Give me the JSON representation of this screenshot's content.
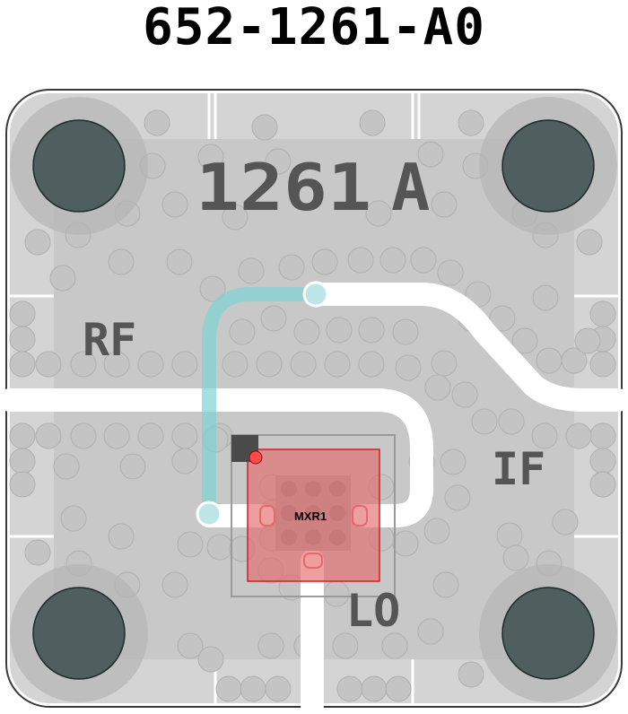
{
  "header": {
    "part_number": "652-1261-A0"
  },
  "board": {
    "silkscreen_id": "1261",
    "silkscreen_rev": "A",
    "port_labels": {
      "rf": "RF",
      "if": "IF",
      "lo": "LO"
    },
    "component": {
      "designator": "MXR1"
    }
  },
  "colors": {
    "board_outline": "#3a3a3a",
    "ground_fill": "#d4d4d4",
    "ground_pour": "#bdbdbd",
    "via": "#c4c4c4",
    "trace": "#ffffff",
    "mounting_hole": "#4f5e5e",
    "rf_trace_highlight": "#7fd3d3",
    "component_highlight": "#e36a6a",
    "pin1_marker": "#ff4a4a",
    "silkscreen": "#555555"
  }
}
